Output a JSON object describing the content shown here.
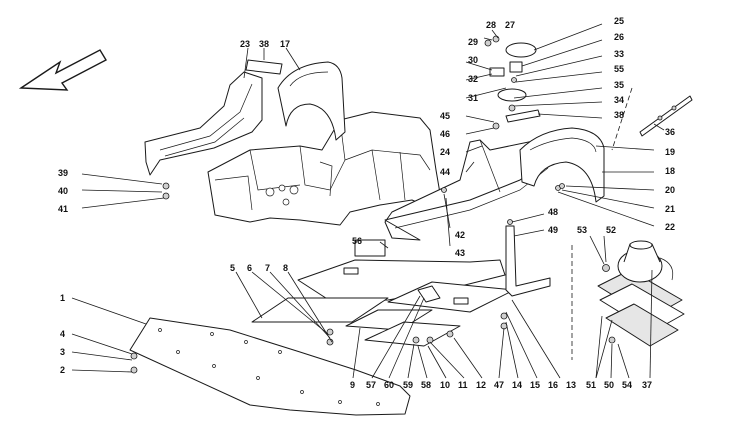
{
  "colors": {
    "line": "#1a1a1a",
    "fill": "#ffffff",
    "shade": "#e6e6e6",
    "text": "#111111"
  },
  "icons": {
    "direction": "front-direction-arrow-icon"
  },
  "callouts": [
    {
      "label": "1"
    },
    {
      "label": "2"
    },
    {
      "label": "3"
    },
    {
      "label": "4"
    },
    {
      "label": "5"
    },
    {
      "label": "6"
    },
    {
      "label": "7"
    },
    {
      "label": "8"
    },
    {
      "label": "9"
    },
    {
      "label": "10"
    },
    {
      "label": "11"
    },
    {
      "label": "12"
    },
    {
      "label": "13"
    },
    {
      "label": "14"
    },
    {
      "label": "15"
    },
    {
      "label": "16"
    },
    {
      "label": "17"
    },
    {
      "label": "18"
    },
    {
      "label": "19"
    },
    {
      "label": "20"
    },
    {
      "label": "21"
    },
    {
      "label": "22"
    },
    {
      "label": "23"
    },
    {
      "label": "24"
    },
    {
      "label": "25"
    },
    {
      "label": "26"
    },
    {
      "label": "27"
    },
    {
      "label": "28"
    },
    {
      "label": "29"
    },
    {
      "label": "30"
    },
    {
      "label": "31"
    },
    {
      "label": "32"
    },
    {
      "label": "33"
    },
    {
      "label": "34"
    },
    {
      "label": "35"
    },
    {
      "label": "36"
    },
    {
      "label": "37"
    },
    {
      "label": "38"
    },
    {
      "label": "38"
    },
    {
      "label": "39"
    },
    {
      "label": "40"
    },
    {
      "label": "41"
    },
    {
      "label": "42"
    },
    {
      "label": "43"
    },
    {
      "label": "44"
    },
    {
      "label": "45"
    },
    {
      "label": "46"
    },
    {
      "label": "47"
    },
    {
      "label": "48"
    },
    {
      "label": "49"
    },
    {
      "label": "50"
    },
    {
      "label": "51"
    },
    {
      "label": "52"
    },
    {
      "label": "53"
    },
    {
      "label": "54"
    },
    {
      "label": "55"
    },
    {
      "label": "56"
    },
    {
      "label": "57"
    },
    {
      "label": "58"
    },
    {
      "label": "59"
    },
    {
      "label": "60"
    }
  ]
}
